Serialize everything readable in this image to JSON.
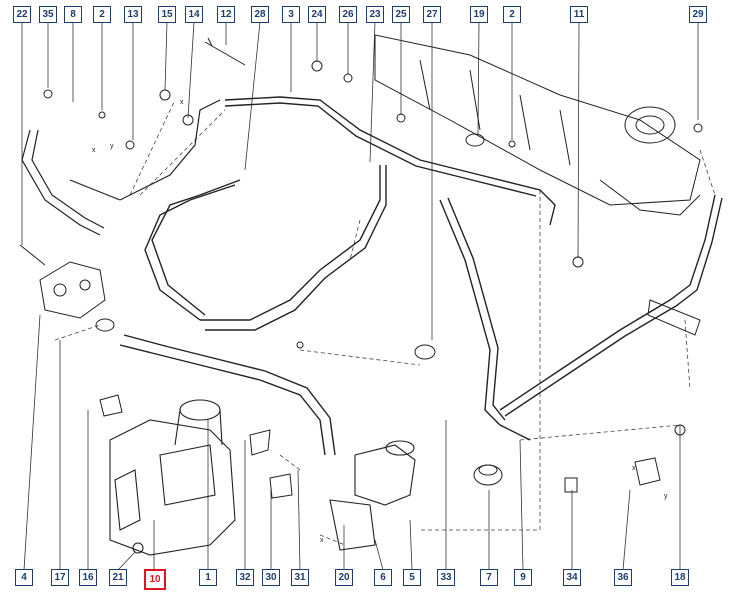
{
  "top_callouts": [
    {
      "id": "c22",
      "label": "22"
    },
    {
      "id": "c35",
      "label": "35"
    },
    {
      "id": "c8",
      "label": "8"
    },
    {
      "id": "c2a",
      "label": "2"
    },
    {
      "id": "c13",
      "label": "13"
    },
    {
      "id": "c15",
      "label": "15"
    },
    {
      "id": "c14",
      "label": "14"
    },
    {
      "id": "c12",
      "label": "12"
    },
    {
      "id": "c28",
      "label": "28"
    },
    {
      "id": "c3",
      "label": "3"
    },
    {
      "id": "c24",
      "label": "24"
    },
    {
      "id": "c26",
      "label": "26"
    },
    {
      "id": "c23",
      "label": "23"
    },
    {
      "id": "c25",
      "label": "25"
    },
    {
      "id": "c27",
      "label": "27"
    },
    {
      "id": "c19",
      "label": "19"
    },
    {
      "id": "c2b",
      "label": "2"
    },
    {
      "id": "c11",
      "label": "11"
    },
    {
      "id": "c29",
      "label": "29"
    }
  ],
  "bottom_callouts": [
    {
      "id": "c4",
      "label": "4"
    },
    {
      "id": "c17",
      "label": "17"
    },
    {
      "id": "c16",
      "label": "16"
    },
    {
      "id": "c21",
      "label": "21"
    },
    {
      "id": "c10",
      "label": "10",
      "highlight": true
    },
    {
      "id": "c1",
      "label": "1"
    },
    {
      "id": "c32",
      "label": "32"
    },
    {
      "id": "c30",
      "label": "30"
    },
    {
      "id": "c31",
      "label": "31"
    },
    {
      "id": "c20",
      "label": "20"
    },
    {
      "id": "c6",
      "label": "6"
    },
    {
      "id": "c5",
      "label": "5"
    },
    {
      "id": "c33",
      "label": "33"
    },
    {
      "id": "c7",
      "label": "7"
    },
    {
      "id": "c9",
      "label": "9"
    },
    {
      "id": "c34",
      "label": "34"
    },
    {
      "id": "c36",
      "label": "36"
    },
    {
      "id": "c18",
      "label": "18"
    }
  ],
  "axis_marks": {
    "x": "x",
    "y": "y"
  },
  "colors": {
    "callout_border": "#1e3d6b",
    "highlight": "#e0141e",
    "line": "#222222"
  }
}
